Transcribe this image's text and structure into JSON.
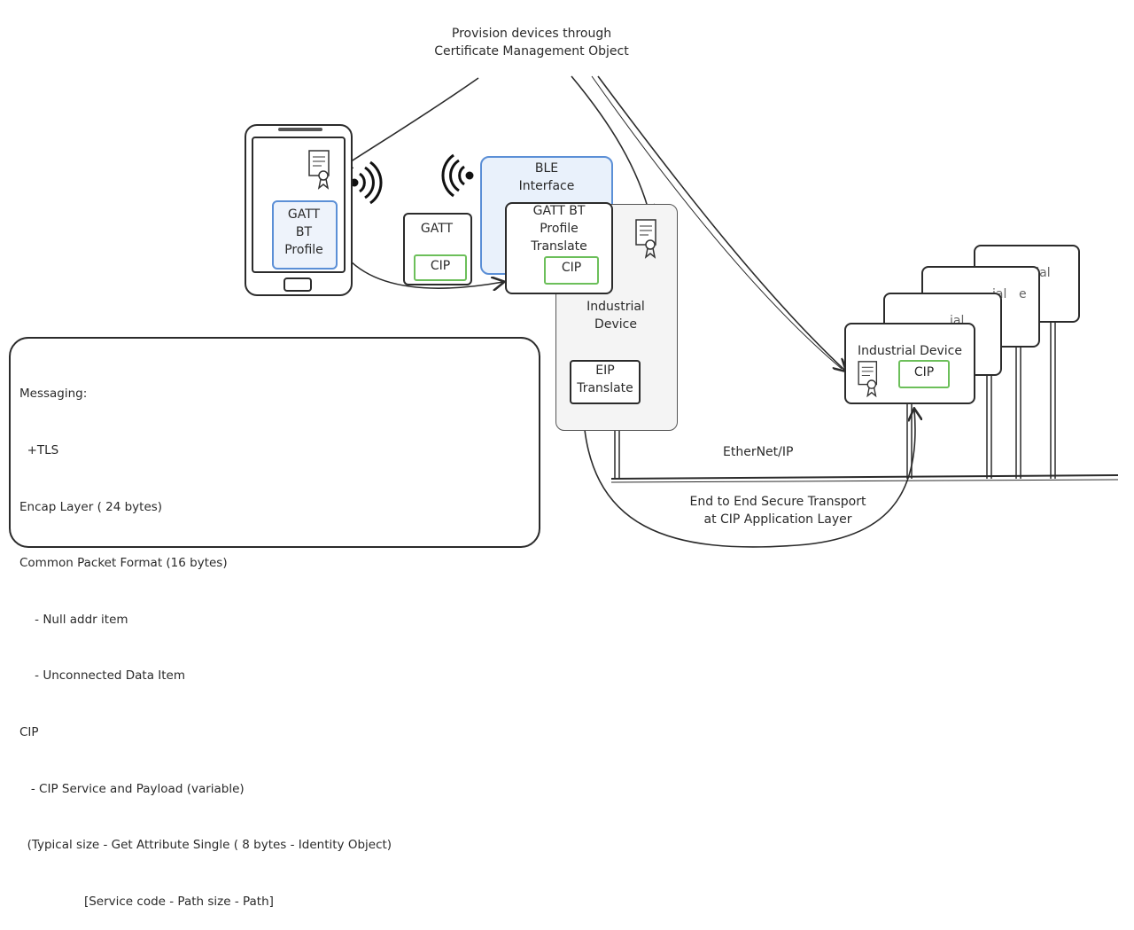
{
  "header": {
    "line1": "Provision devices through",
    "line2": "Certificate Management Object"
  },
  "phone": {
    "profile_lines": [
      "GATT",
      "BT",
      "Profile"
    ]
  },
  "gatt_box": {
    "label": "GATT",
    "cip": "CIP"
  },
  "ble_interface": {
    "lines": [
      "BLE",
      "Interface"
    ]
  },
  "translate_box": {
    "lines": [
      "GATT BT",
      "Profile",
      "Translate"
    ],
    "cip": "CIP"
  },
  "gateway": {
    "lines": [
      "Industrial",
      "Device"
    ],
    "eip_lines": [
      "EIP",
      "Translate"
    ]
  },
  "stacked_devices": {
    "front_label": "Industrial Device",
    "back_label_1": "ial",
    "back_label_2": "ial",
    "back_label_3": "e",
    "back_label_4": "trial",
    "cip": "CIP"
  },
  "network": {
    "label": "EtherNet/IP"
  },
  "transport": {
    "line1": "End to End Secure Transport",
    "line2": "at CIP Application Layer"
  },
  "messaging": {
    "lines": [
      "Messaging:",
      "  +TLS",
      "Encap Layer ( 24 bytes)",
      "Common Packet Format (16 bytes)",
      "    - Null addr item",
      "    - Unconnected Data Item",
      "CIP",
      "   - CIP Service and Payload (variable)",
      "  (Typical size - Get Attribute Single ( 8 bytes - Identity Object)",
      "                 [Service code - Path size - Path]"
    ]
  },
  "colors": {
    "stroke": "#2b2b2b",
    "blue": "#5b8fd6",
    "blue_fill": "#e9f1fb",
    "green": "#6cbf5a"
  }
}
